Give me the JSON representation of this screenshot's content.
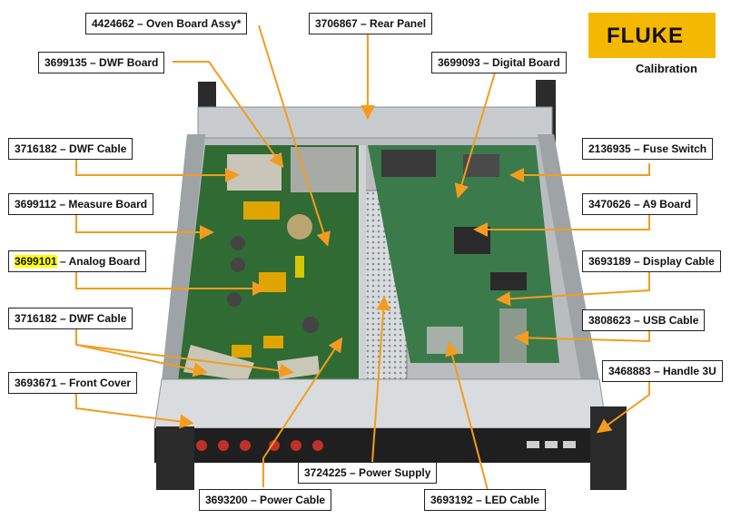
{
  "logo": {
    "brand": "FLUKE",
    "subtitle": "Calibration",
    "color": "#f5b800"
  },
  "arrow_color": "#f39c1f",
  "highlight_color": "#ffff00",
  "labels": {
    "oven_board": "4424662 – Oven Board Assy*",
    "rear_panel": "3706867 – Rear Panel",
    "dwf_board": "3699135 – DWF Board",
    "digital_board": "3699093 – Digital Board",
    "dwf_cable_top": "3716182 – DWF Cable",
    "fuse_switch": "2136935 – Fuse Switch",
    "measure_board": "3699112 – Measure Board",
    "a9_board": "3470626 – A9 Board",
    "analog_board_num": "3699101",
    "analog_board_name": " – Analog Board",
    "display_cable": "3693189 – Display Cable",
    "dwf_cable_bottom": "3716182 – DWF Cable",
    "usb_cable": "3808623 – USB Cable",
    "front_cover": "3693671 – Front Cover",
    "handle": "3468883 – Handle 3U",
    "power_supply": "3724225 – Power Supply",
    "power_cable": "3693200 – Power Cable",
    "led_cable": "3693192 – LED Cable"
  }
}
